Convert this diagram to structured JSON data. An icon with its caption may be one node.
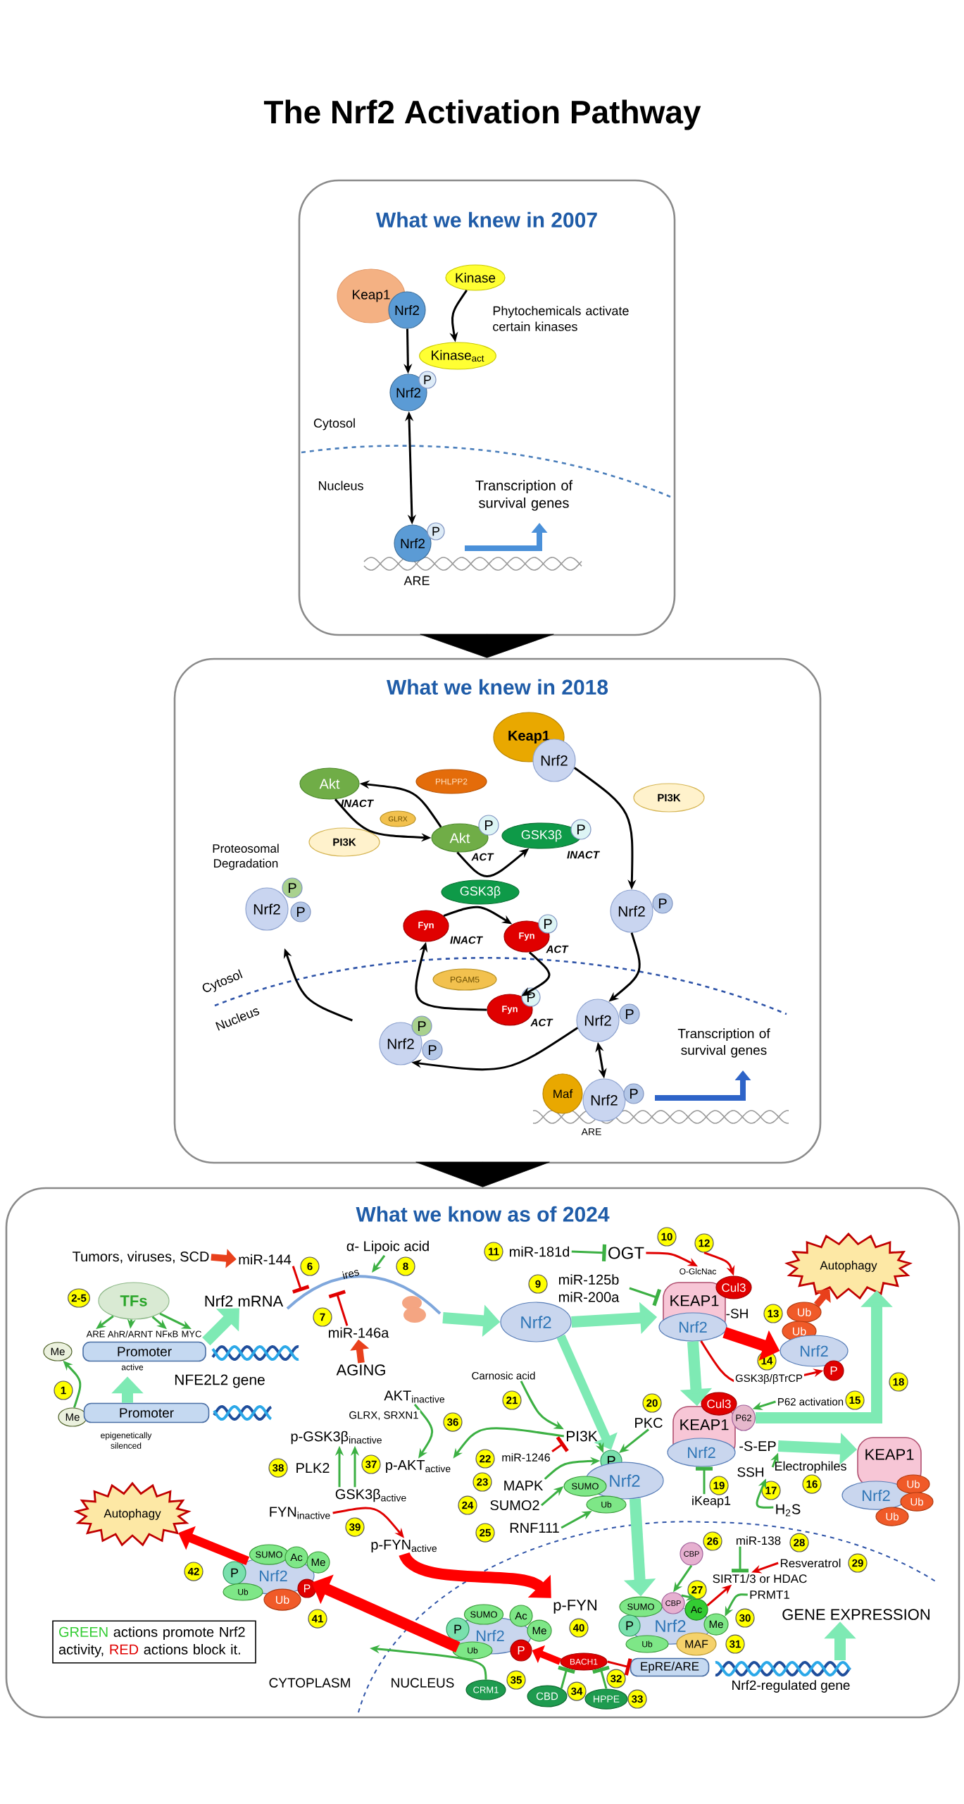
{
  "diagram": {
    "title": "The Nrf2 Activation Pathway",
    "nodes": [
      {
        "text": [
          "What we knew in 2007"
        ]
      },
      {
        "text": [
          "Keap1"
        ],
        "in": 0
      },
      {
        "text": [
          "Nrf2"
        ],
        "in": 0
      },
      {
        "text": [
          "Kinase"
        ],
        "in": 0
      },
      {
        "text": [
          "Kinase$_{act}$"
        ],
        "in": 0
      },
      {
        "text": [
          "Nrf2"
        ],
        "in": 0
      },
      {
        "text": [
          "P"
        ],
        "in": 0
      },
      {
        "text": [
          "Nrf2"
        ],
        "in": 0
      },
      {
        "text": [
          "P"
        ],
        "in": 0
      },
      {
        "text": [
          "What we knew in 2018"
        ]
      },
      {
        "text": [
          "Keap1"
        ],
        "in": 9
      },
      {
        "text": [
          "Nrf2"
        ],
        "in": 9
      },
      {
        "text": [
          "Akt"
        ],
        "in": 9
      },
      {
        "text": [
          "PHLPP2"
        ],
        "in": 9
      },
      {
        "text": [
          "GLRX"
        ],
        "in": 9
      },
      {
        "text": [
          "PI3K"
        ],
        "in": 9
      },
      {
        "text": [
          "Akt"
        ],
        "in": 9
      },
      {
        "text": [
          "P"
        ],
        "in": 9
      },
      {
        "text": [
          "GSK3β"
        ],
        "in": 9
      },
      {
        "text": [
          "P"
        ],
        "in": 9
      },
      {
        "text": [
          "PI3K"
        ],
        "in": 9
      },
      {
        "text": [
          "Nrf2"
        ],
        "in": 9
      },
      {
        "text": [
          "P"
        ],
        "in": 9
      },
      {
        "text": [
          "P"
        ],
        "in": 9
      },
      {
        "text": [
          "GSK3β"
        ],
        "in": 9
      },
      {
        "text": [
          "Fyn"
        ],
        "in": 9
      },
      {
        "text": [
          "Fyn"
        ],
        "in": 9
      },
      {
        "text": [
          "P"
        ],
        "in": 9
      },
      {
        "text": [
          "PGAM5"
        ],
        "in": 9
      },
      {
        "text": [
          "Fyn"
        ],
        "in": 9
      },
      {
        "text": [
          "P"
        ],
        "in": 9
      },
      {
        "text": [
          "Nrf2"
        ],
        "in": 9
      },
      {
        "text": [
          "P"
        ],
        "in": 9
      },
      {
        "text": [
          "Nrf2"
        ],
        "in": 9
      },
      {
        "text": [
          "P"
        ],
        "in": 9
      },
      {
        "text": [
          "Nrf2"
        ],
        "in": 9
      },
      {
        "text": [
          "P"
        ],
        "in": 9
      },
      {
        "text": [
          "P"
        ],
        "in": 9
      },
      {
        "text": [
          "Maf"
        ],
        "in": 9
      },
      {
        "text": [
          "Nrf2"
        ],
        "in": 9
      },
      {
        "text": [
          "P"
        ],
        "in": 9
      },
      {
        "text": [
          "What we know as of 2024"
        ]
      },
      {
        "text": [
          "Tumors, viruses, SCD"
        ],
        "in": 41
      },
      {
        "text": [
          "miR-144"
        ],
        "in": 41
      },
      {
        "text": [
          "6"
        ],
        "in": 41
      },
      {
        "text": [
          "α- Lipoic acid"
        ],
        "in": 41
      },
      {
        "text": [
          "8"
        ],
        "in": 41
      },
      {
        "text": [
          "Nrf2 mRNA"
        ],
        "in": 41
      },
      {
        "text": [
          "2-5"
        ],
        "in": 41
      },
      {
        "text": [
          "TFs"
        ],
        "in": 41
      },
      {
        "text": [
          "ARE"
        ],
        "in": 41
      },
      {
        "text": [
          "AhR/ARNT"
        ],
        "in": 41
      },
      {
        "text": [
          "NFκB"
        ],
        "in": 41
      },
      {
        "text": [
          "MYC"
        ],
        "in": 41
      },
      {
        "text": [
          "Me"
        ],
        "in": 41
      },
      {
        "text": [
          "Promoter"
        ],
        "in": 41,
        "beside": [
          "active"
        ]
      },
      {
        "text": [
          "7"
        ],
        "in": 41
      },
      {
        "text": [
          "miR-146a"
        ],
        "in": 41
      },
      {
        "text": [
          "AGING"
        ],
        "in": 41
      },
      {
        "text": [
          "1"
        ],
        "in": 41
      },
      {
        "text": [
          "Me"
        ],
        "in": 41
      },
      {
        "text": [
          "Promoter"
        ],
        "in": 41,
        "beside": [
          "epigenetically silenced"
        ]
      },
      {
        "text": [
          "11"
        ],
        "in": 41
      },
      {
        "text": [
          "miR-181d"
        ],
        "in": 41
      },
      {
        "text": [
          "OGT"
        ],
        "in": 41
      },
      {
        "text": [
          "10"
        ],
        "in": 41
      },
      {
        "text": [
          "12"
        ],
        "in": 41
      },
      {
        "text": [
          "9"
        ],
        "in": 41
      },
      {
        "text": [
          "miR-125b miR-200a"
        ],
        "in": 41
      },
      {
        "text": [
          "Nrf2"
        ],
        "in": 41
      },
      {
        "text": [
          "KEAP1"
        ],
        "in": 41
      },
      {
        "text": [
          "Nrf2"
        ],
        "in": 41
      },
      {
        "text": [
          "Cul3"
        ],
        "in": 41
      },
      {
        "text": [
          "O-GlcNac"
        ],
        "in": 41
      },
      {
        "text": [
          "13"
        ],
        "in": 41
      },
      {
        "text": [
          "Ub"
        ],
        "in": 41
      },
      {
        "text": [
          "Ub"
        ],
        "in": 41
      },
      {
        "text": [
          "Nrf2"
        ],
        "in": 41
      },
      {
        "text": [
          "P"
        ],
        "in": 41
      },
      {
        "text": [
          "14"
        ],
        "in": 41
      },
      {
        "text": [
          "Autophagy"
        ],
        "in": 41
      },
      {
        "text": [
          "KEAP1"
        ],
        "in": 41
      },
      {
        "text": [
          "Cul3"
        ],
        "in": 41
      },
      {
        "text": [
          "P62"
        ],
        "in": 41
      },
      {
        "text": [
          "Nrf2"
        ],
        "in": 41
      },
      {
        "text": [
          "-S-EP"
        ],
        "in": 41
      },
      {
        "text": [
          "SSH"
        ],
        "in": 41
      },
      {
        "text": [
          "P62 activation"
        ],
        "in": 41
      },
      {
        "text": [
          "15"
        ],
        "in": 41
      },
      {
        "text": [
          "18"
        ],
        "in": 41
      },
      {
        "text": [
          "KEAP1"
        ],
        "in": 41
      },
      {
        "text": [
          "Nrf2"
        ],
        "in": 41
      },
      {
        "text": [
          "Ub"
        ],
        "in": 41
      },
      {
        "text": [
          "Ub"
        ],
        "in": 41
      },
      {
        "text": [
          "Ub"
        ],
        "in": 41
      },
      {
        "text": [
          "Electrophiles"
        ],
        "in": 41
      },
      {
        "text": [
          "16"
        ],
        "in": 41
      },
      {
        "text": [
          "iKeap1"
        ],
        "in": 41
      },
      {
        "text": [
          "19"
        ],
        "in": 41
      },
      {
        "text": [
          "17"
        ],
        "in": 41
      },
      {
        "text": [
          "H$_{2}$S"
        ],
        "in": 41
      },
      {
        "text": [
          "Carnosic acid"
        ],
        "in": 41
      },
      {
        "text": [
          "21"
        ],
        "in": 41
      },
      {
        "text": [
          "PI3K"
        ],
        "in": 41
      },
      {
        "text": [
          "20"
        ],
        "in": 41
      },
      {
        "text": [
          "PKC"
        ],
        "in": 41
      },
      {
        "text": [
          "22"
        ],
        "in": 41
      },
      {
        "text": [
          "miR-1246"
        ],
        "in": 41
      },
      {
        "text": [
          "P"
        ],
        "in": 41
      },
      {
        "text": [
          "Nrf2"
        ],
        "in": 41
      },
      {
        "text": [
          "SUMO"
        ],
        "in": 41
      },
      {
        "text": [
          "Ub"
        ],
        "in": 41
      },
      {
        "text": [
          "23"
        ],
        "in": 41
      },
      {
        "text": [
          "MAPK"
        ],
        "in": 41
      },
      {
        "text": [
          "24"
        ],
        "in": 41
      },
      {
        "text": [
          "SUMO2"
        ],
        "in": 41
      },
      {
        "text": [
          "25"
        ],
        "in": 41
      },
      {
        "text": [
          "RNF111"
        ],
        "in": 41
      },
      {
        "text": [
          "AKT$_{inactive}$"
        ],
        "in": 41
      },
      {
        "text": [
          "36"
        ],
        "in": 41
      },
      {
        "text": [
          "p-AKT$_{active}$"
        ],
        "in": 41
      },
      {
        "text": [
          "37"
        ],
        "in": 41
      },
      {
        "text": [
          "p-GSK3β$_{inactive}$"
        ],
        "in": 41
      },
      {
        "text": [
          "38"
        ],
        "in": 41
      },
      {
        "text": [
          "PLK2"
        ],
        "in": 41
      },
      {
        "text": [
          "GSK3β$_{active}$"
        ],
        "in": 41
      },
      {
        "text": [
          "FYN$_{inactive}$"
        ],
        "in": 41
      },
      {
        "text": [
          "39"
        ],
        "in": 41
      },
      {
        "text": [
          "p-FYN$_{active}$"
        ],
        "in": 41
      },
      {
        "text": [
          "Autophagy"
        ],
        "in": 41
      },
      {
        "text": [
          "42"
        ],
        "in": 41
      },
      {
        "text": [
          "Nrf2"
        ],
        "in": 41
      },
      {
        "text": [
          "SUMO"
        ],
        "in": 41
      },
      {
        "text": [
          "Ac"
        ],
        "in": 41
      },
      {
        "text": [
          "Me"
        ],
        "in": 41
      },
      {
        "text": [
          "P"
        ],
        "in": 41
      },
      {
        "text": [
          "P"
        ],
        "in": 41
      },
      {
        "text": [
          "Ub"
        ],
        "in": 41
      },
      {
        "text": [
          "Ub"
        ],
        "in": 41
      },
      {
        "text": [
          "41"
        ],
        "in": 41
      },
      {
        "text": [
          "Nrf2"
        ],
        "in": 41
      },
      {
        "text": [
          "SUMO"
        ],
        "in": 41
      },
      {
        "text": [
          "Ac"
        ],
        "in": 41
      },
      {
        "text": [
          "Me"
        ],
        "in": 41
      },
      {
        "text": [
          "P"
        ],
        "in": 41
      },
      {
        "text": [
          "Ub"
        ],
        "in": 41
      },
      {
        "text": [
          "P"
        ],
        "in": 41
      },
      {
        "text": [
          "p-FYN"
        ],
        "in": 41
      },
      {
        "text": [
          "40"
        ],
        "in": 41
      },
      {
        "text": [
          "BACH1"
        ],
        "in": 41
      },
      {
        "text": [
          "CRM1"
        ],
        "in": 41
      },
      {
        "text": [
          "35"
        ],
        "in": 41
      },
      {
        "text": [
          "CBD"
        ],
        "in": 41
      },
      {
        "text": [
          "34"
        ],
        "in": 41
      },
      {
        "text": [
          "HPPE"
        ],
        "in": 41
      },
      {
        "text": [
          "33"
        ],
        "in": 41
      },
      {
        "text": [
          "32"
        ],
        "in": 41
      },
      {
        "text": [
          "EpRE/ARE"
        ],
        "in": 41
      },
      {
        "text": [
          "GENE EXPRESSION"
        ],
        "in": 41
      },
      {
        "text": [
          "Nrf2"
        ],
        "in": 41
      },
      {
        "text": [
          "SUMO"
        ],
        "in": 41
      },
      {
        "text": [
          "CBP"
        ],
        "in": 41
      },
      {
        "text": [
          "Ac"
        ],
        "in": 41
      },
      {
        "text": [
          "Me"
        ],
        "in": 41
      },
      {
        "text": [
          "P"
        ],
        "in": 41
      },
      {
        "text": [
          "Ub"
        ],
        "in": 41
      },
      {
        "text": [
          "MAF"
        ],
        "in": 41
      },
      {
        "text": [
          "31"
        ],
        "in": 41
      },
      {
        "text": [
          "30"
        ],
        "in": 41
      },
      {
        "text": [
          "PRMT1"
        ],
        "in": 41
      },
      {
        "text": [
          "SIRT1/3 or HDAC"
        ],
        "in": 41
      },
      {
        "text": [
          "27"
        ],
        "in": 41
      },
      {
        "text": [
          "miR-138"
        ],
        "in": 41
      },
      {
        "text": [
          "28"
        ],
        "in": 41
      },
      {
        "text": [
          "Resveratrol"
        ],
        "in": 41
      },
      {
        "text": [
          "29"
        ],
        "in": 41
      },
      {
        "text": [
          "CBP"
        ],
        "in": 41
      },
      {
        "text": [
          "26"
        ],
        "in": 41
      },
      {
        "text": [
          "GREEN",
          "actions promote Nrf2 activity,",
          "RED",
          "actions block it."
        ],
        "in": 41
      },
      {
        "text": [],
        "shape": "picture",
        "in": 41
      }
    ],
    "edges": [
      {
        "from": 0,
        "to": 9,
        "arrow": "to",
        "style": "thick",
        "color": "#000000"
      },
      {
        "from": 9,
        "to": 41,
        "arrow": "to",
        "style": "thick",
        "color": "#000000"
      },
      {
        "from": 2,
        "to": 5,
        "arrow": "to",
        "color": "#000000"
      },
      {
        "from": 3,
        "to": 4,
        "arrow": "to",
        "color": "#000000"
      },
      {
        "from": 5,
        "to": 7,
        "arrow": "both",
        "color": "#000000"
      },
      {
        "from": 16,
        "to": 12,
        "arrow": "to",
        "color": "#000000"
      },
      {
        "from": 12,
        "to": 16,
        "arrow": "to",
        "color": "#000000"
      },
      {
        "from": 16,
        "to": 18,
        "arrow": "to",
        "color": "#000000"
      },
      {
        "from": 11,
        "to": 31,
        "arrow": "to",
        "color": "#000000"
      },
      {
        "from": 25,
        "to": 26,
        "arrow": "to",
        "color": "#000000"
      },
      {
        "from": 26,
        "to": 29,
        "arrow": "to",
        "color": "#000000"
      },
      {
        "from": 29,
        "to": 25,
        "arrow": "to",
        "color": "#000000"
      },
      {
        "from": 31,
        "to": 33,
        "arrow": "to",
        "color": "#000000"
      },
      {
        "from": 33,
        "to": 35,
        "arrow": "to",
        "color": "#000000"
      },
      {
        "from": 35,
        "to": 21,
        "arrow": "to",
        "color": "#000000"
      },
      {
        "from": 33,
        "to": 39,
        "arrow": "both",
        "color": "#000000"
      },
      {
        "from": 42,
        "to": 43,
        "arrow": "to",
        "style": "thick",
        "color": "#e8401c"
      },
      {
        "from": 43,
        "to": 179,
        "arrow": "other",
        "color": "#e00000"
      },
      {
        "from": 45,
        "to": 179,
        "arrow": "to"
      },
      {
        "from": 58,
        "to": 57,
        "arrow": "to",
        "style": "thick",
        "color": "#e8401c"
      },
      {
        "from": 57,
        "to": 179,
        "arrow": "other",
        "color": "#e00000"
      },
      {
        "from": 60,
        "to": 54,
        "arrow": "to"
      },
      {
        "from": 49,
        "to": 50,
        "arrow": "to"
      },
      {
        "from": 49,
        "to": 51,
        "arrow": "to"
      },
      {
        "from": 49,
        "to": 52,
        "arrow": "to"
      },
      {
        "from": 49,
        "to": 53,
        "arrow": "to"
      },
      {
        "from": 61,
        "to": 55,
        "arrow": "to",
        "style": "thick",
        "color": "#7eeab4"
      },
      {
        "from": 55,
        "to": 47,
        "arrow": "to",
        "style": "thick",
        "color": "#7eeab4"
      },
      {
        "from": 179,
        "to": 69,
        "arrow": "to",
        "style": "thick",
        "color": "#7eeab4"
      },
      {
        "from": 63,
        "to": 64,
        "arrow": "other"
      },
      {
        "from": 64,
        "to": 73,
        "arrow": "to",
        "color": "#e00000"
      },
      {
        "from": 66,
        "to": 72,
        "arrow": "to",
        "color": "#e00000"
      },
      {
        "from": 68,
        "to": 70,
        "arrow": "other"
      },
      {
        "from": 69,
        "to": 70,
        "arrow": "to",
        "style": "thick",
        "color": "#7eeab4"
      },
      {
        "from": 69,
        "to": 108,
        "arrow": "to",
        "style": "thick",
        "color": "#7eeab4"
      },
      {
        "from": 71,
        "to": 77,
        "arrow": "to",
        "style": "thick",
        "color": "#ff0000"
      },
      {
        "from": 75,
        "to": 80,
        "arrow": "to",
        "style": "thick",
        "color": "#e8401c"
      },
      {
        "from": 71,
        "to": 78,
        "arrow": "to",
        "color": "#e00000",
        "label": "GSK3β/βTrCP"
      },
      {
        "from": 71,
        "to": 81,
        "arrow": "to",
        "style": "thick",
        "color": "#7eeab4"
      },
      {
        "from": 87,
        "to": 83,
        "arrow": "to"
      },
      {
        "from": 83,
        "to": 80,
        "arrow": "to",
        "style": "thick",
        "color": "#7eeab4"
      },
      {
        "from": 85,
        "to": 90,
        "arrow": "to",
        "style": "thick",
        "color": "#7eeab4"
      },
      {
        "from": 95,
        "to": 85,
        "arrow": "to"
      },
      {
        "from": 97,
        "to": 84,
        "arrow": "other"
      },
      {
        "from": 100,
        "to": 86,
        "arrow": "to"
      },
      {
        "from": 101,
        "to": 103,
        "arrow": "to"
      },
      {
        "from": 103,
        "to": 108,
        "arrow": "to"
      },
      {
        "from": 105,
        "to": 108,
        "arrow": "to"
      },
      {
        "from": 107,
        "to": 103,
        "arrow": "other",
        "color": "#e00000"
      },
      {
        "from": 103,
        "to": 120,
        "arrow": "to"
      },
      {
        "from": 113,
        "to": 108,
        "arrow": "to"
      },
      {
        "from": 115,
        "to": 110,
        "arrow": "to"
      },
      {
        "from": 117,
        "to": 111,
        "arrow": "to"
      },
      {
        "from": 118,
        "to": 120,
        "arrow": "to",
        "label": "GLRX, SRXN1"
      },
      {
        "from": 125,
        "to": 122,
        "arrow": "to"
      },
      {
        "from": 125,
        "to": 122,
        "arrow": "to"
      },
      {
        "from": 126,
        "to": 128,
        "arrow": "to",
        "color": "#e00000"
      },
      {
        "from": 128,
        "to": 147,
        "arrow": "to",
        "style": "thick",
        "color": "#ff0000"
      },
      {
        "from": 140,
        "to": 131,
        "arrow": "to",
        "style": "thick",
        "color": "#ff0000"
      },
      {
        "from": 131,
        "to": 129,
        "arrow": "to",
        "style": "thick",
        "color": "#ff0000"
      },
      {
        "from": 150,
        "to": null,
        "arrow": "to"
      },
      {
        "from": 149,
        "to": 144,
        "arrow": "to",
        "style": "thick",
        "color": "#ff0000"
      },
      {
        "from": 149,
        "to": 157,
        "arrow": "other",
        "color": "#e00000"
      },
      {
        "from": 152,
        "to": 149,
        "arrow": "other"
      },
      {
        "from": 154,
        "to": 149,
        "arrow": "other"
      },
      {
        "from": 109,
        "to": 160,
        "arrow": "to",
        "style": "thick",
        "color": "#7eeab4"
      },
      {
        "from": 176,
        "to": 161,
        "arrow": "to"
      },
      {
        "from": 161,
        "to": 162,
        "arrow": "to"
      },
      {
        "from": 162,
        "to": 170,
        "arrow": "to",
        "color": "#e00000"
      },
      {
        "from": 172,
        "to": 170,
        "arrow": "other"
      },
      {
        "from": 174,
        "to": 170,
        "arrow": "to",
        "color": "#e00000"
      },
      {
        "from": 169,
        "to": 163,
        "arrow": "to"
      },
      {
        "from": null,
        "to": 158,
        "arrow": "to",
        "style": "thick",
        "color": "#7eeab4"
      }
    ],
    "labels": [
      "Phytochemicals activate certain kinases",
      "Cytosol",
      "Nucleus",
      "Transcription of survival genes",
      "ARE",
      "INACT",
      "ACT",
      "INACT",
      "Proteosomal Degradation",
      "INACT",
      "ACT",
      "ACT",
      "Cytosol",
      "Nucleus",
      "Transcription of survival genes",
      "ARE",
      "ires",
      "NFE2L2 gene",
      "-SH",
      "CYTOPLASM",
      "NUCLEUS",
      "Nrf2-regulated gene"
    ]
  }
}
